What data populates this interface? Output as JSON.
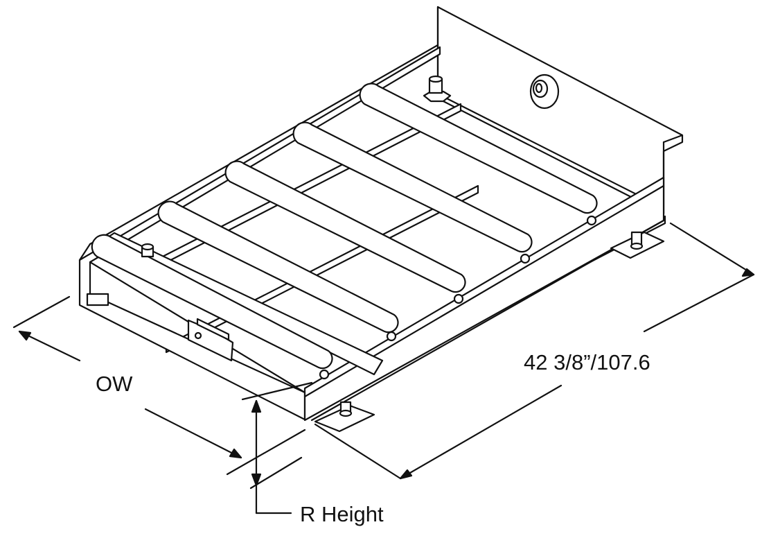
{
  "labels": {
    "overall_width": "OW",
    "length": "42 3/8”/107.6",
    "roller_height": "R Height"
  },
  "colors": {
    "stroke": "#111111",
    "fill": "#ffffff"
  }
}
